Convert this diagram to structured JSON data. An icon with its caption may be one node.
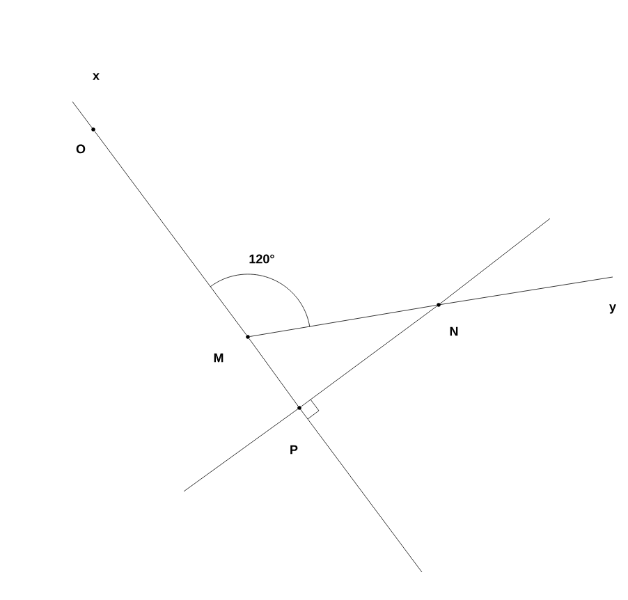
{
  "diagram": {
    "nodes": [
      {
        "text": [],
        "shape": "circle",
        "beside": [
          "O"
        ]
      },
      {
        "text": [],
        "shape": "circle",
        "beside": [
          "M"
        ]
      },
      {
        "text": [],
        "shape": "circle",
        "beside": [
          "N"
        ]
      },
      {
        "text": [],
        "shape": "circle",
        "beside": [
          "P"
        ]
      }
    ],
    "edges": [
      {
        "from": 0,
        "to": 1,
        "arrow": "none"
      },
      {
        "from": 1,
        "to": 3,
        "arrow": "none"
      },
      {
        "from": 1,
        "to": 2,
        "arrow": "none"
      },
      {
        "from": 3,
        "to": 2,
        "arrow": "none"
      }
    ],
    "labels": [
      "x",
      "120°",
      "y"
    ]
  }
}
